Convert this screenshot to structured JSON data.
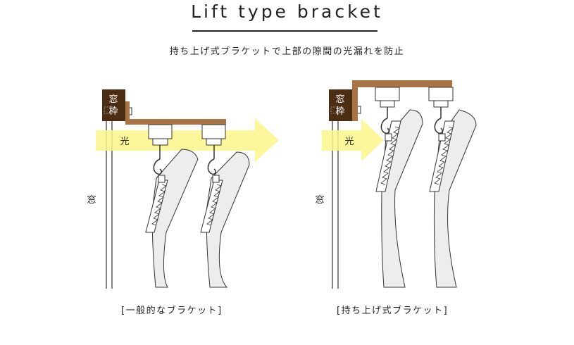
{
  "header": {
    "title": "Lift type bracket",
    "subtitle": "持ち上げ式ブラケットで上部の隙間の光漏れを防止"
  },
  "left": {
    "frame_line1": "窓",
    "frame_line2": "枠",
    "light_label": "光",
    "window_label": "窓",
    "caption": "[一般的なブラケット]"
  },
  "right": {
    "frame_line1": "窓",
    "frame_line2": "枠",
    "light_label": "光",
    "window_label": "窓",
    "caption": "[持ち上げ式ブラケット]"
  },
  "colors": {
    "frame_dark": "#4a2d12",
    "bracket_brown": "#a87445",
    "light_yellow": "#fbf68a",
    "curtain_gray": "#ededed",
    "line": "#333333"
  }
}
